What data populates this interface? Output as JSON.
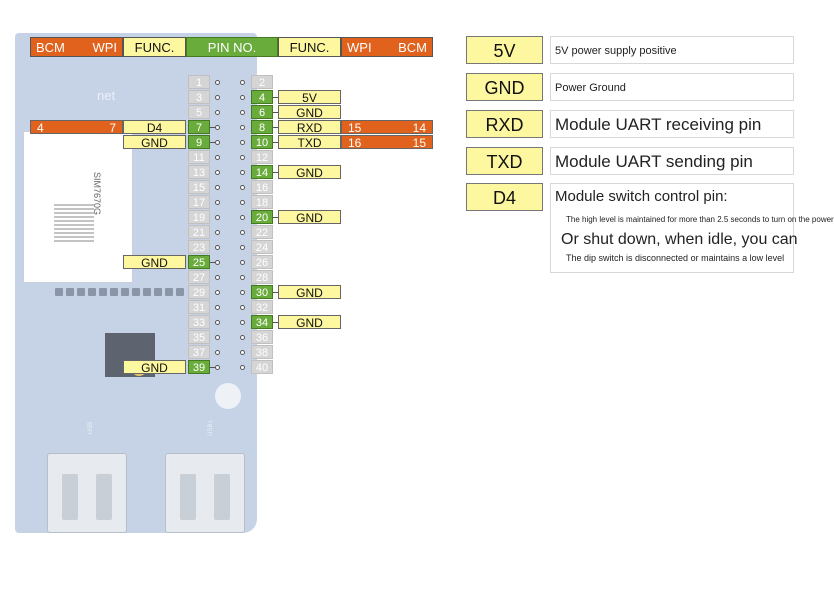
{
  "header": {
    "left_orange": {
      "a": "BCM",
      "b": "WPI"
    },
    "left_func": "FUNC.",
    "pin_no": "PIN NO.",
    "right_func": "FUNC.",
    "right_orange": {
      "a": "WPI",
      "b": "BCM"
    }
  },
  "board": {
    "net_label": "net",
    "module_label": "SIM7670G",
    "usb_labels": [
      "USB",
      "USB1"
    ]
  },
  "pins_left": [
    {
      "num": "1",
      "active": false
    },
    {
      "num": "3",
      "active": false
    },
    {
      "num": "5",
      "active": false
    },
    {
      "num": "7",
      "active": true,
      "func": "D4",
      "wpi": "7",
      "bcm": "4"
    },
    {
      "num": "9",
      "active": true,
      "func": "GND"
    },
    {
      "num": "11",
      "active": false
    },
    {
      "num": "13",
      "active": false
    },
    {
      "num": "15",
      "active": false
    },
    {
      "num": "17",
      "active": false
    },
    {
      "num": "19",
      "active": false
    },
    {
      "num": "21",
      "active": false
    },
    {
      "num": "23",
      "active": false
    },
    {
      "num": "25",
      "active": true,
      "func": "GND"
    },
    {
      "num": "27",
      "active": false
    },
    {
      "num": "29",
      "active": false
    },
    {
      "num": "31",
      "active": false
    },
    {
      "num": "33",
      "active": false
    },
    {
      "num": "35",
      "active": false
    },
    {
      "num": "37",
      "active": false
    },
    {
      "num": "39",
      "active": true,
      "func": "GND"
    }
  ],
  "pins_right": [
    {
      "num": "2",
      "active": false
    },
    {
      "num": "4",
      "active": true,
      "func": "5V"
    },
    {
      "num": "6",
      "active": true,
      "func": "GND"
    },
    {
      "num": "8",
      "active": true,
      "func": "RXD",
      "wpi": "15",
      "bcm": "14"
    },
    {
      "num": "10",
      "active": true,
      "func": "TXD",
      "wpi": "16",
      "bcm": "15"
    },
    {
      "num": "12",
      "active": false
    },
    {
      "num": "14",
      "active": true,
      "func": "GND"
    },
    {
      "num": "16",
      "active": false
    },
    {
      "num": "18",
      "active": false
    },
    {
      "num": "20",
      "active": true,
      "func": "GND"
    },
    {
      "num": "22",
      "active": false
    },
    {
      "num": "24",
      "active": false
    },
    {
      "num": "26",
      "active": false
    },
    {
      "num": "28",
      "active": false
    },
    {
      "num": "30",
      "active": true,
      "func": "GND"
    },
    {
      "num": "32",
      "active": false
    },
    {
      "num": "34",
      "active": true,
      "func": "GND"
    },
    {
      "num": "36",
      "active": false
    },
    {
      "num": "38",
      "active": false
    },
    {
      "num": "40",
      "active": false
    }
  ],
  "legend": [
    {
      "tag": "5V",
      "desc": "5V power supply positive"
    },
    {
      "tag": "GND",
      "desc": "Power Ground"
    },
    {
      "tag": "RXD",
      "desc": "Module UART receiving pin"
    },
    {
      "tag": "TXD",
      "desc": "Module UART sending pin"
    },
    {
      "tag": "D4",
      "desc": "Module switch control pin:",
      "lines": [
        "The high level is maintained for more than 2.5 seconds to turn on the power",
        "Or shut down, when idle, you can",
        "The dip switch is disconnected or maintains a low level"
      ]
    }
  ],
  "colors": {
    "green": "#6aac3c",
    "yellow": "#fdf79f",
    "orange": "#e0621d",
    "gray": "#d5d5d5",
    "board": "#c6d3e6"
  }
}
